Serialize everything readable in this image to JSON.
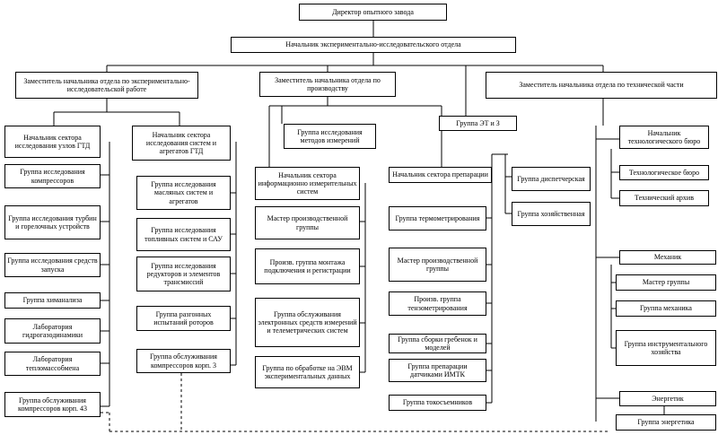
{
  "nodes": {
    "director": "Директор опытного завода",
    "head_dept": "Начальник экспериментально-исследовательского отдела",
    "dep_exp": "Заместитель начальника отдела по экспериментально- исследовательской работе",
    "dep_prod": "Заместитель начальника отдела по производству",
    "dep_tech": "Заместитель начальника отдела по технической части",
    "grp_etz": "Группа ЭТ и З",
    "sec_units": "Начальник сектора исследования узлов ГТД",
    "grp_compressors": "Группа исследования компрессоров",
    "grp_turbines": "Группа исследования турбин и горелочных устройств",
    "grp_startup": "Группа исследования средств запуска",
    "grp_chemistry": "Группа химанализа",
    "lab_hydro": "Лаборатория гидрогазодинамики",
    "lab_heat": "Лаборатория тепломассобмена",
    "grp_service43": "Группа обслуживания компрессоров корп. 43",
    "sec_systems": "Начальник сектора исследования систем и агрегатов ГТД",
    "grp_oil": "Группа исследования масляных систем и агрегатов",
    "grp_fuel": "Группа исследования топливных систем и САУ",
    "grp_reducers": "Группа исследования редукторов и элементов трансмиссий",
    "grp_rotors": "Группа разгонных испытаний роторов",
    "grp_service3": "Группа обслуживания компрессоров корп. 3",
    "grp_methods": "Группа исследования методов измерений",
    "sec_info": "Начальник сектора информационно измерительных систем",
    "master_prod": "Мастер производственной группы",
    "grp_mounting": "Произв. группа монтажа подключения и регистрации",
    "grp_electronics": "Группа обслуживания электронных средств измерений и телеметрических систем",
    "grp_computing": "Группа по обработке на ЭВМ экспериментальных данных",
    "sec_prep": "Начальник сектора препарации",
    "grp_thermo": "Группа термометрирования",
    "master_prod2": "Мастер производственной группы",
    "grp_tenso": "Произв. группа тензометрирования",
    "grp_comb": "Группа сборки гребенок и моделей",
    "grp_imtk": "Группа препарации датчиками ИМТК",
    "grp_current": "Группа токосъемников",
    "grp_dispatch": "Группа диспетчерская",
    "grp_household": "Группа хозяйственная",
    "bureau_head": "Начальник технологического бюро",
    "bureau_tech": "Технологическое бюро",
    "archive": "Технический архив",
    "mechanic": "Механик",
    "master_grp": "Мастер группы",
    "grp_mechanic": "Группа механика",
    "grp_tools": "Группа инструментального хозяйства",
    "energetic": "Энергетик",
    "grp_energetic": "Группа энергетика"
  }
}
